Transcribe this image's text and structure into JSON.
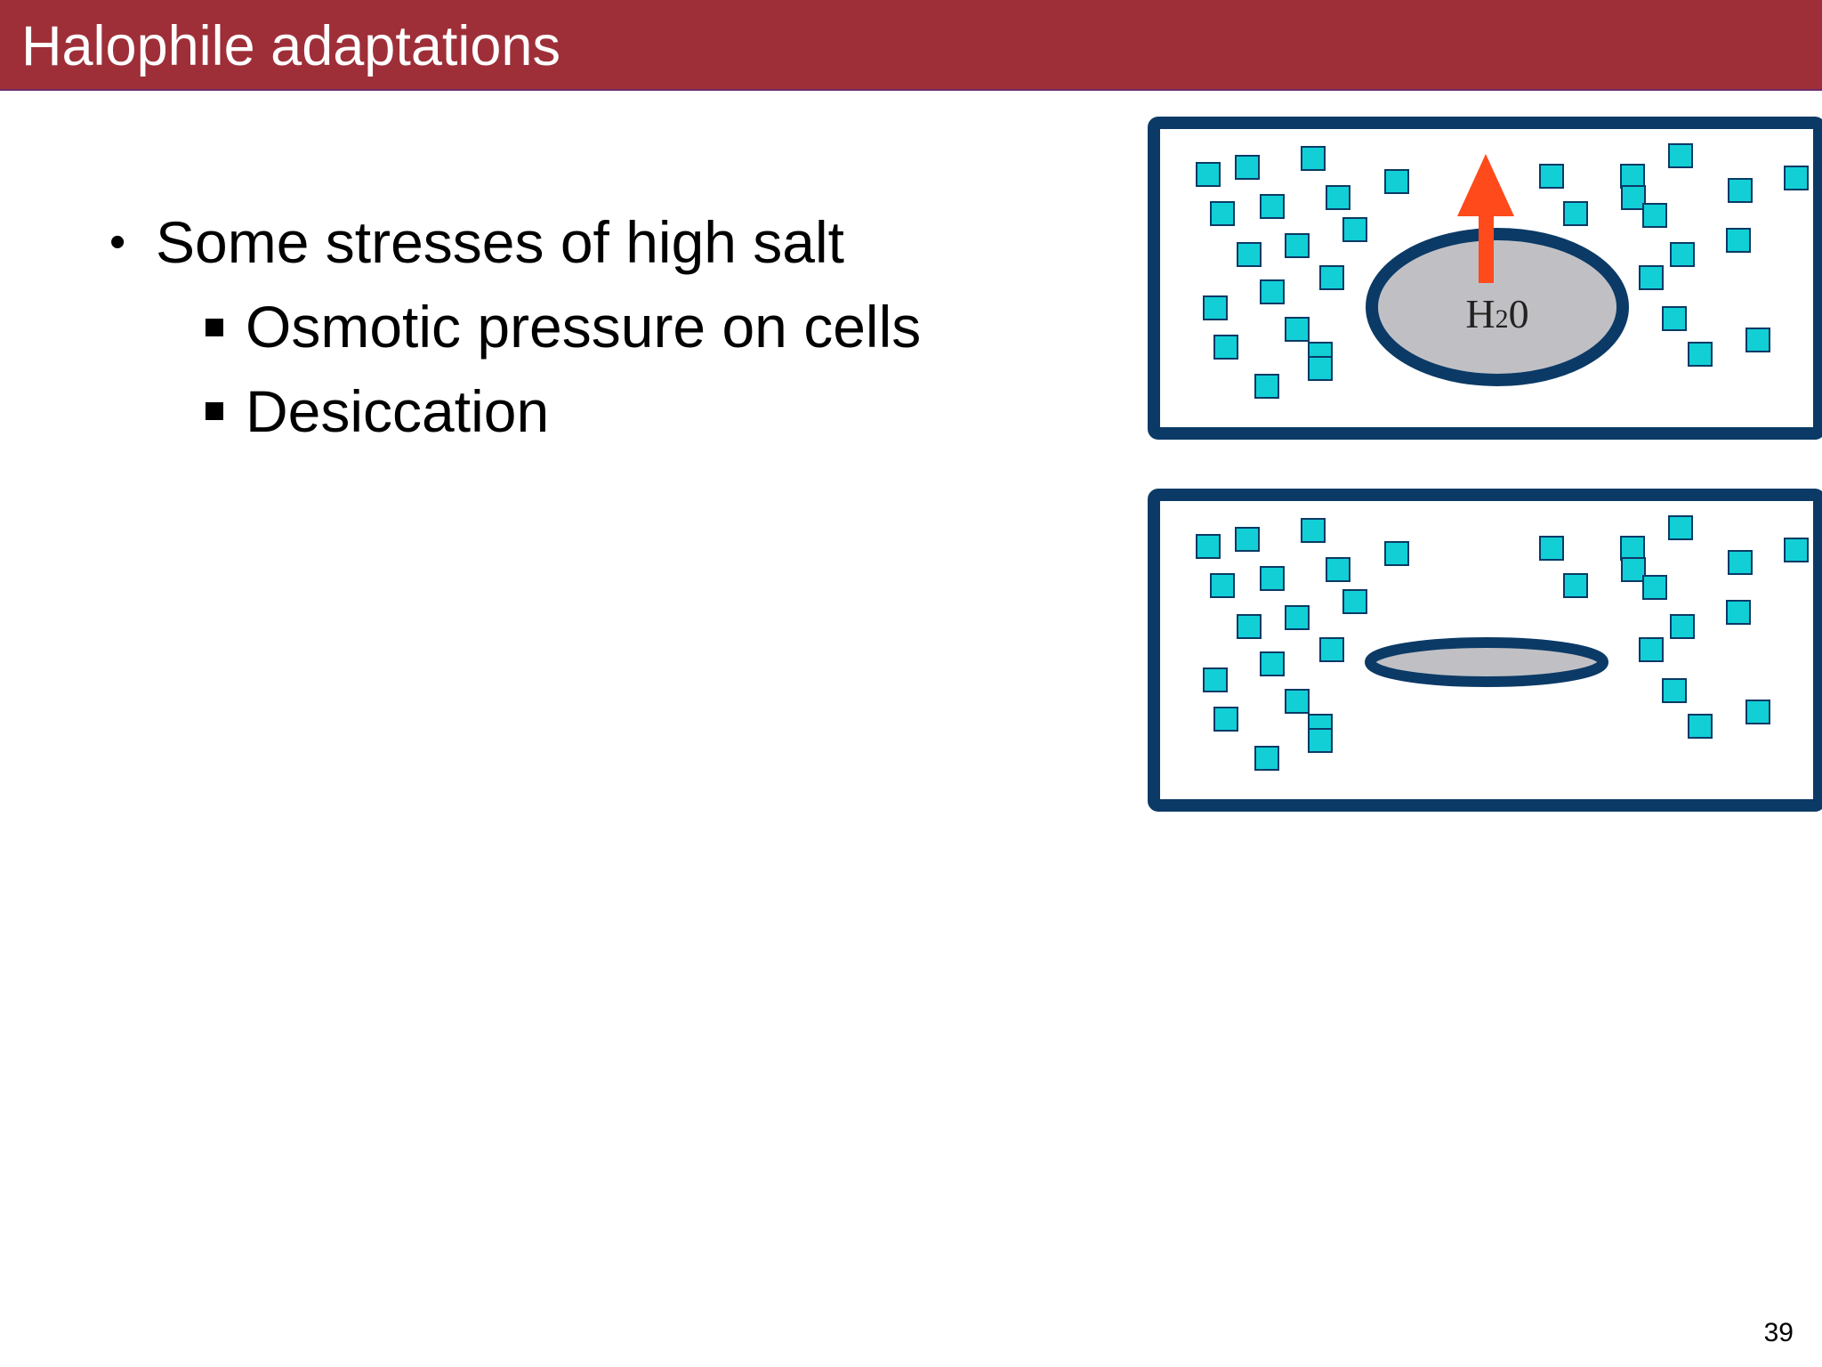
{
  "slide": {
    "title": "Halophile adaptations",
    "page_number": "39"
  },
  "content": {
    "bullet": "Some stresses of high salt",
    "sub_bullets": [
      "Osmotic pressure on cells",
      "Desiccation"
    ]
  },
  "diagram": {
    "water_label_prefix": "H",
    "water_label_subscript": "2",
    "water_label_suffix": "0",
    "colors": {
      "title_bar": "#9e2f38",
      "frame": "#0b3a66",
      "cell_fill": "#c0c0c4",
      "salt_fill": "#12cfd6",
      "arrow": "#ff4a1c"
    },
    "panels": [
      {
        "state": "before water loss",
        "has_arrow": true
      },
      {
        "state": "after water loss (shrunken cell)",
        "has_arrow": false
      }
    ]
  }
}
